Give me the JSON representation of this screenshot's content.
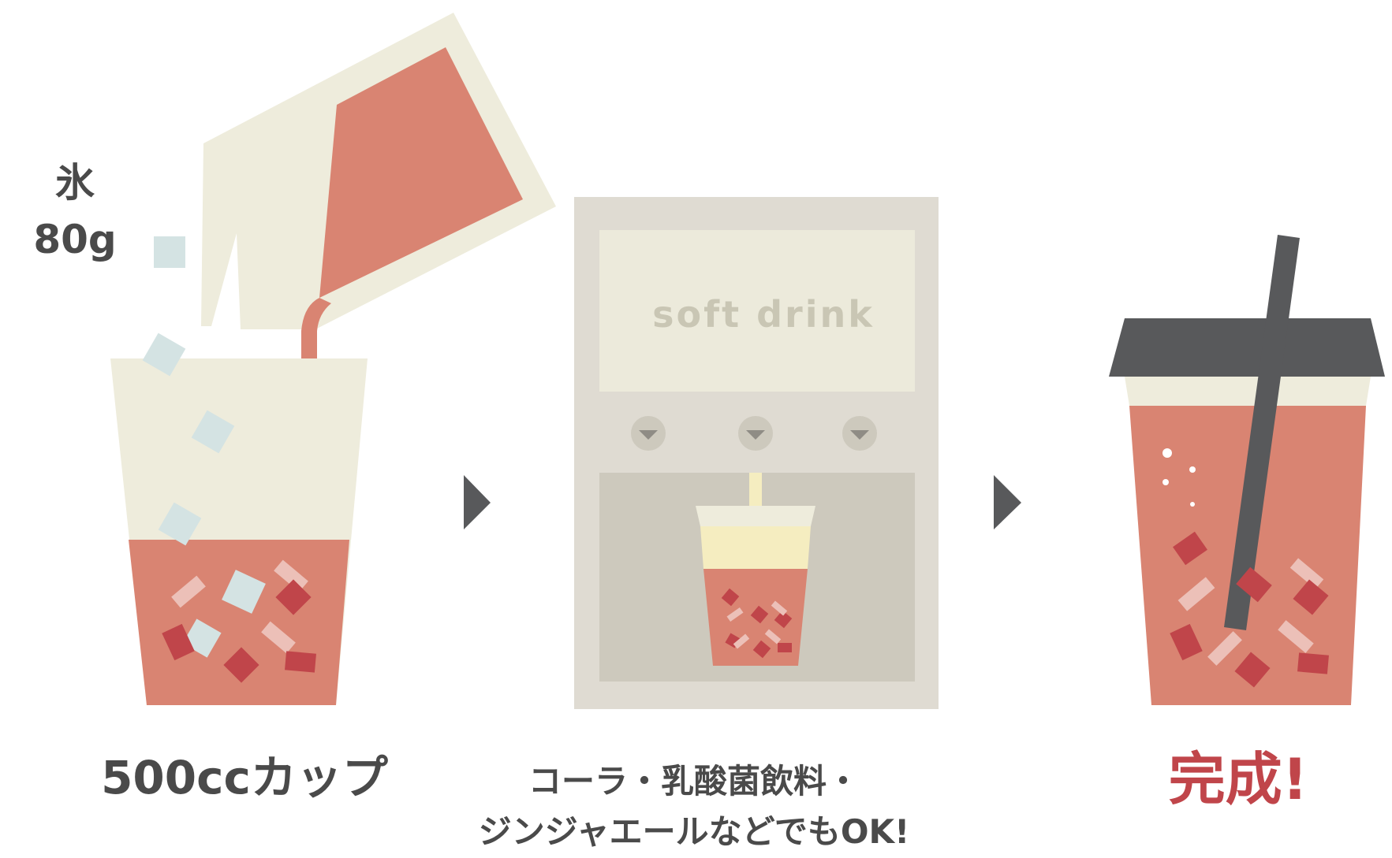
{
  "colors": {
    "drink": "#d98472",
    "cream": "#eeecdc",
    "ice": "#d4e3e3",
    "dark_cube": "#c0454a",
    "light_cube": "#ecc0b8",
    "machine_body": "#dfdbd2",
    "machine_panel": "#eceadb",
    "machine_bay": "#cdc9bd",
    "lid": "#58595b",
    "arrow": "#58595b",
    "accent_text": "#c0454a",
    "text": "#4a4a4a",
    "soda": "#f5edc0"
  },
  "steps": {
    "ice_label": [
      "氷",
      "80g"
    ],
    "cup_caption": "500ccカップ",
    "machine_label": "soft drink",
    "drink_caption": [
      "コーラ・乳酸菌飲料・",
      "ジンジャエールなどでもOK!"
    ],
    "done_caption": "完成!"
  },
  "icons": [
    "pouring-pouch-icon",
    "ice-cube-icon",
    "cup-icon",
    "arrow-right-icon",
    "soft-drink-machine-icon",
    "finished-drink-with-straw-icon"
  ]
}
